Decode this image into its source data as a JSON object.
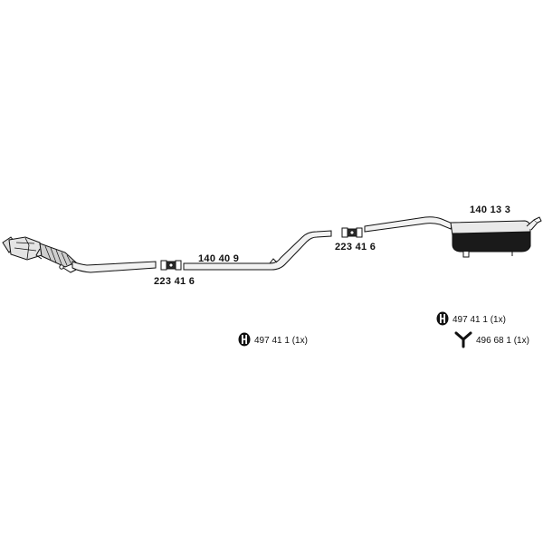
{
  "parts": {
    "connector_front": "223 41 6",
    "center_pipe": "140 40 9",
    "connector_rear": "223 41 6",
    "rear_muffler": "140 13 3"
  },
  "legend": {
    "mount_center": "497 41 1 (1x)",
    "mount_rear": "497 41 1 (1x)",
    "hanger_rear": "496 68 1 (1x)"
  },
  "icons": {
    "mount": "rubber-mount-icon",
    "hanger": "hanger-icon"
  },
  "colors": {
    "line": "#111111",
    "pipe_fill": "#f2f2f2",
    "muffler_dark": "#1a1a1a",
    "muffler_light": "#e6e6e6"
  }
}
